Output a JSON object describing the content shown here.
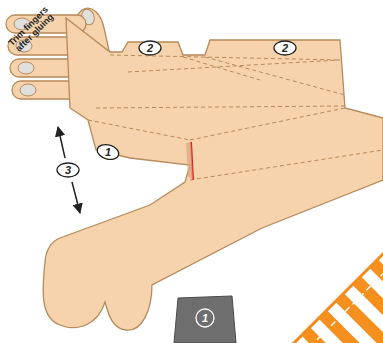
{
  "diagram": {
    "labels": [
      "Trim fingers after gluing",
      "2",
      "2",
      "1",
      "3",
      "1"
    ]
  }
}
